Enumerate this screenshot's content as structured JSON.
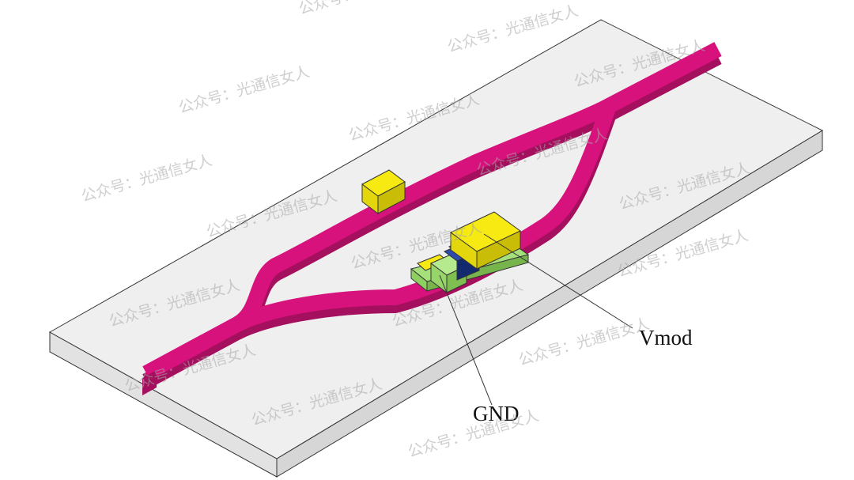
{
  "labels": {
    "vmod": "Vmod",
    "gnd": "GND"
  },
  "watermark": {
    "text": "公众号：光通信女人"
  },
  "colors": {
    "substrate_top": "#efefef",
    "substrate_front": "#e2e2e2",
    "substrate_side": "#d6d6d6",
    "waveguide_top": "#d8127c",
    "waveguide_side": "#a40f5e",
    "heater_yellow": "#f6ea12",
    "heater_yellow_side": "#c9bd08",
    "electrode_green": "#a6e07a",
    "electrode_green_side": "#78b44c",
    "electrode_blue": "#1f3d9a",
    "electrode_navy": "#142a6e"
  }
}
